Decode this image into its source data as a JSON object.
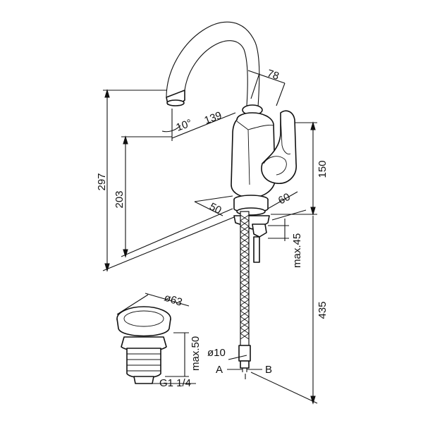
{
  "diagram": {
    "labels": {
      "height_total": "297",
      "height_spout": "203",
      "reach": "139",
      "angle": "10°",
      "handle_depth": "78",
      "body_height": "150",
      "base_left": "50",
      "base_right": "60",
      "deck_thickness": "max.45",
      "hose_length": "435",
      "hose_diameter": "ø10",
      "connector_a": "A",
      "connector_b": "B",
      "waste_diameter": "ø63",
      "waste_height": "max.50",
      "waste_thread": "G1 1/4"
    }
  }
}
